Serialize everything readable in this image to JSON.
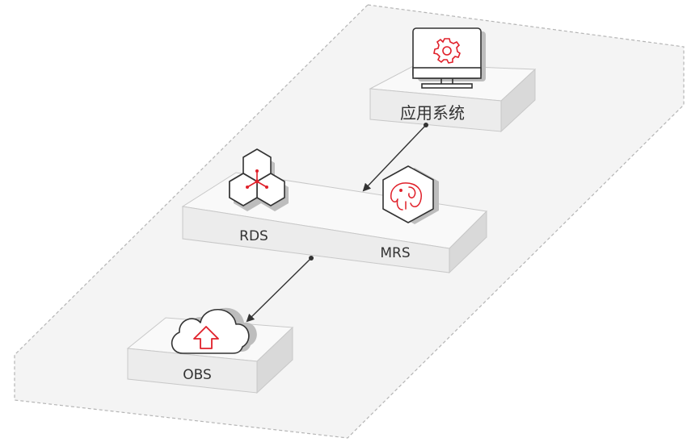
{
  "nodes": {
    "app_system": {
      "label": "应用系统"
    },
    "rds": {
      "label": "RDS"
    },
    "mrs": {
      "label": "MRS"
    },
    "obs": {
      "label": "OBS"
    }
  },
  "icons": {
    "app_system": "monitor-gear-icon",
    "rds": "hexagon-cluster-icon",
    "mrs": "elephant-icon",
    "obs": "cloud-upload-icon"
  },
  "colors": {
    "accent": "#e0202a",
    "platform_top": "#f7f7f7",
    "platform_side": "#dcdcdc",
    "boundary": "#b5b5b5",
    "arrow": "#333333"
  }
}
